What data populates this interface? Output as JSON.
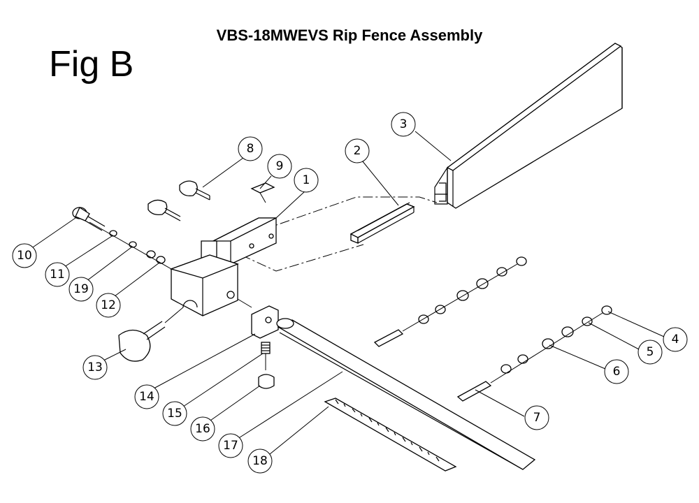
{
  "title": "VBS-18MWEVS Rip Fence Assembly",
  "figure_label": "Fig B",
  "callouts": [
    "1",
    "2",
    "3",
    "4",
    "5",
    "6",
    "7",
    "8",
    "9",
    "10",
    "11",
    "12",
    "13",
    "14",
    "15",
    "16",
    "17",
    "18",
    "19"
  ]
}
